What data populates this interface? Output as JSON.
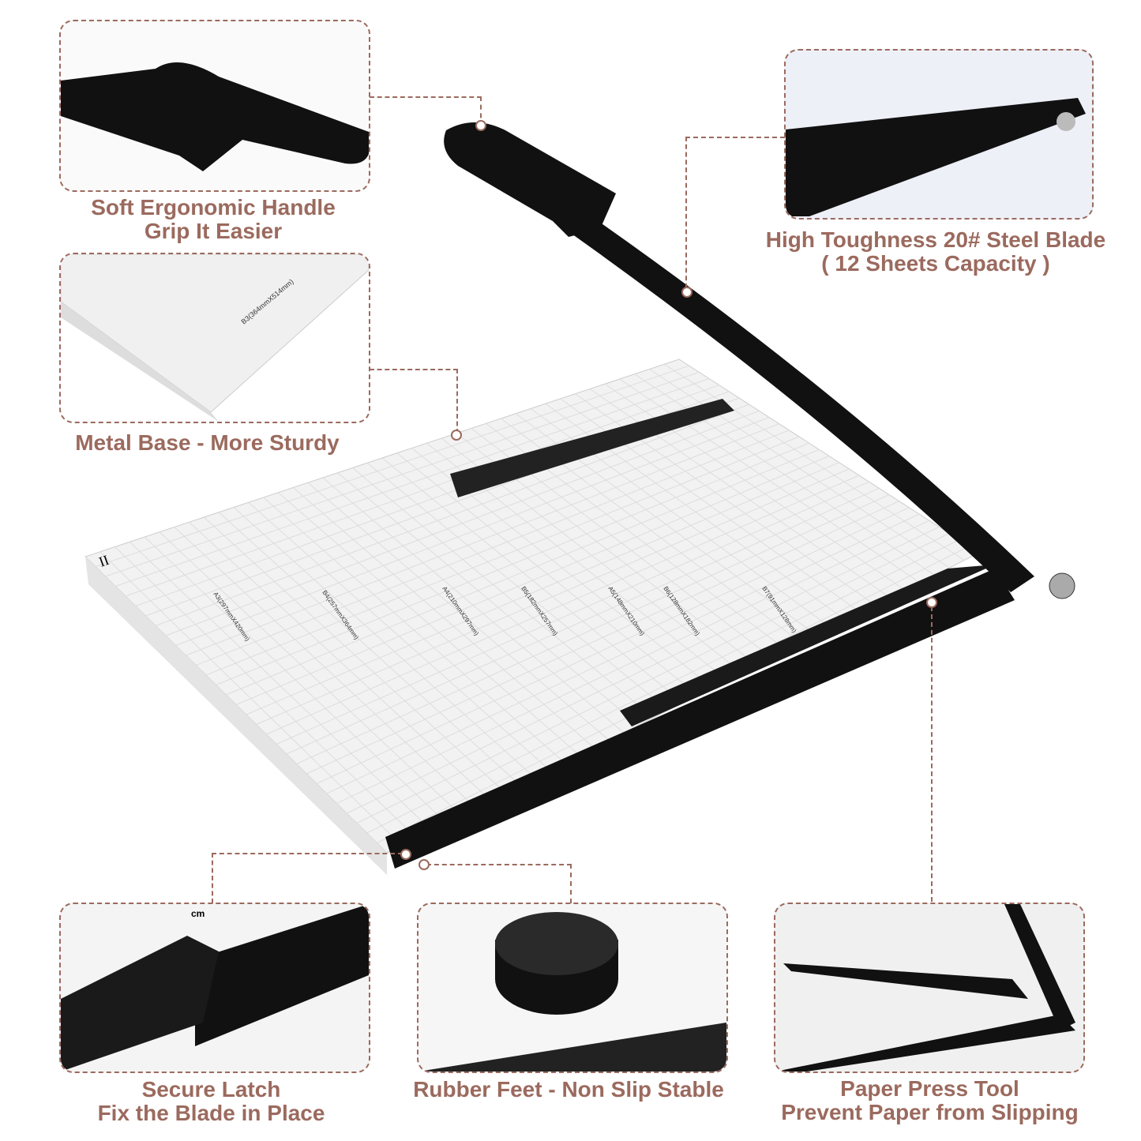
{
  "callouts": {
    "handle": {
      "line1": "Soft Ergonomic Handle",
      "line2": "Grip It Easier"
    },
    "blade": {
      "line1": "High Toughness 20# Steel Blade",
      "line2": "( 12 Sheets Capacity )"
    },
    "base": {
      "line1": "Metal Base - More Sturdy"
    },
    "latch": {
      "line1": "Secure Latch",
      "line2": "Fix the Blade in Place"
    },
    "feet": {
      "line1": "Rubber Feet - Non Slip Stable"
    },
    "press": {
      "line1": "Paper Press Tool",
      "line2": "Prevent Paper from Slipping"
    }
  },
  "base_inset_label": "B3(364mmX514mm)",
  "paper_sizes": [
    "A3(297mmX420mm)",
    "B4(257mmX364mm)",
    "A4(210mmX297mm)",
    "B5(182mmX257mm)",
    "A5(148mmX210mm)",
    "B6(128mmX182mm)",
    "B7(91mmX128mm)"
  ],
  "base_mark": "II",
  "latch_unit": "cm",
  "colors": {
    "accent": "#9b6a5e",
    "metal": "#111111",
    "board": "#f2f2f2"
  }
}
